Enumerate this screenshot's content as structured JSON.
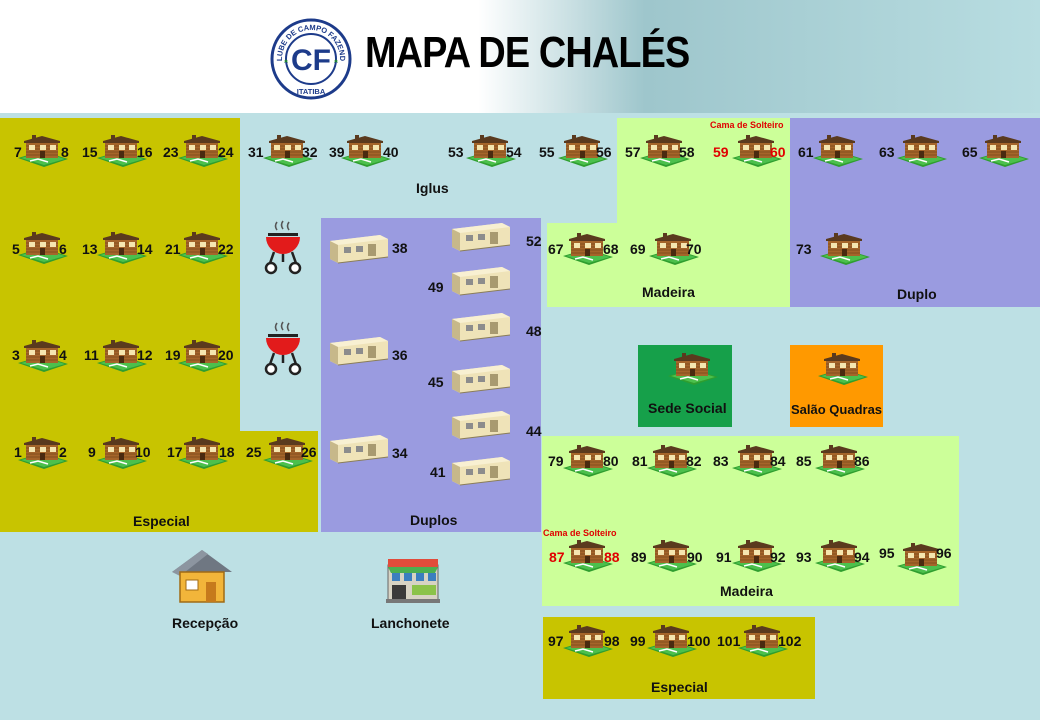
{
  "title": "MAPA DE CHALÉS",
  "logo": {
    "ring_top": "CLUBE DE CAMPO FAZENDA",
    "ring_bottom": "ITATIBA",
    "monogram": "CF"
  },
  "zones": {
    "especial_left": "Especial",
    "iglus": "Iglus",
    "duplos_center": "Duplos",
    "madeira_top": "Madeira",
    "duplo_right": "Duplo",
    "madeira_bottom": "Madeira",
    "especial_bottom": "Especial"
  },
  "facilities": {
    "sede": "Sede Social",
    "salao": "Salão Quadras",
    "recepcao": "Recepção",
    "lanchonete": "Lanchonete"
  },
  "notes": {
    "n1": "Cama de Solteiro",
    "n2": "Cama de Solteiro"
  },
  "units": {
    "c7": "7",
    "c8": "8",
    "c15": "15",
    "c16": "16",
    "c23": "23",
    "c24": "24",
    "c5": "5",
    "c6": "6",
    "c13": "13",
    "c14": "14",
    "c21": "21",
    "c22": "22",
    "c3": "3",
    "c4": "4",
    "c11": "11",
    "c12": "12",
    "c19": "19",
    "c20": "20",
    "c1": "1",
    "c2": "2",
    "c9": "9",
    "c10": "10",
    "c17": "17",
    "c18": "18",
    "c25": "25",
    "c26": "26",
    "c31": "31",
    "c32": "32",
    "c39": "39",
    "c40": "40",
    "c53": "53",
    "c54": "54",
    "c55": "55",
    "c56": "56",
    "c57": "57",
    "c58": "58",
    "c59": "59",
    "c60": "60",
    "c61": "61",
    "c63": "63",
    "c65": "65",
    "c67": "67",
    "c68": "68",
    "c69": "69",
    "c70": "70",
    "c73": "73",
    "c38": "38",
    "c52": "52",
    "c49": "49",
    "c48": "48",
    "c36": "36",
    "c45": "45",
    "c44": "44",
    "c34": "34",
    "c41": "41",
    "c79": "79",
    "c80": "80",
    "c81": "81",
    "c82": "82",
    "c83": "83",
    "c84": "84",
    "c85": "85",
    "c86": "86",
    "c87": "87",
    "c88": "88",
    "c89": "89",
    "c90": "90",
    "c91": "91",
    "c92": "92",
    "c93": "93",
    "c94": "94",
    "c95": "95",
    "c96": "96",
    "c97": "97",
    "c98": "98",
    "c99": "99",
    "c100": "100",
    "c101": "101",
    "c102": "102"
  }
}
